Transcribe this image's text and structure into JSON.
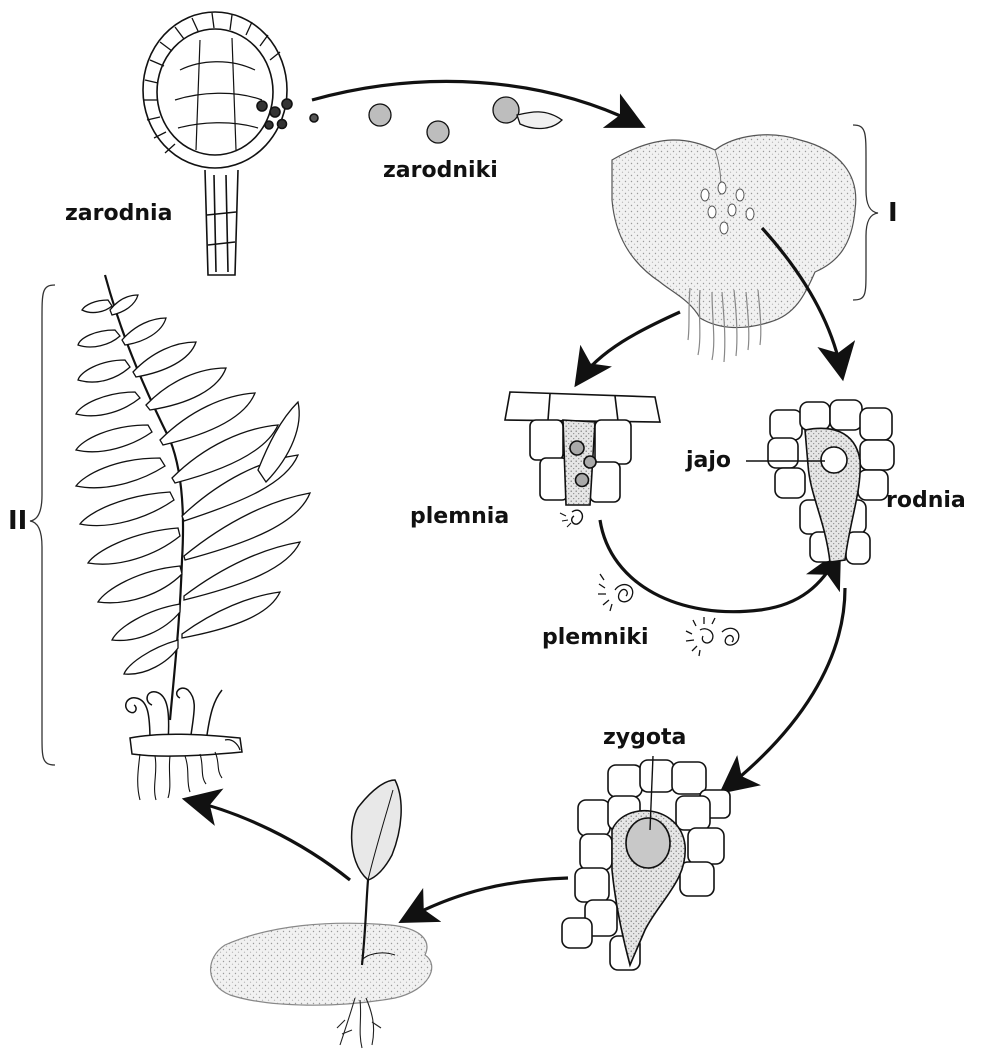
{
  "labels": {
    "zarodnia": "zarodnia",
    "zarodniki": "zarodniki",
    "plemnia": "plemnia",
    "plemniki": "plemniki",
    "jajo": "jajo",
    "rodnia": "rodnia",
    "zygota": "zygota"
  },
  "phases": {
    "gametophyte": "I",
    "sporophyte": "II"
  },
  "colors": {
    "ink": "#111111",
    "stipple": "#dcdcdc"
  }
}
